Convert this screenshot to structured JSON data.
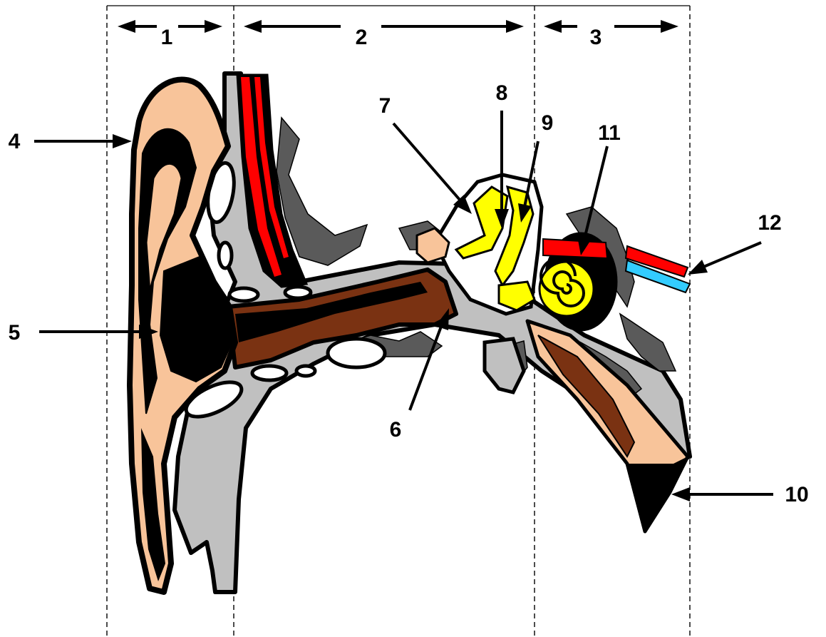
{
  "regions": [
    {
      "label": "1"
    },
    {
      "label": "2"
    },
    {
      "label": "3"
    }
  ],
  "callouts": [
    {
      "label": "4"
    },
    {
      "label": "5"
    },
    {
      "label": "6"
    },
    {
      "label": "7"
    },
    {
      "label": "8"
    },
    {
      "label": "9"
    },
    {
      "label": "10"
    },
    {
      "label": "11"
    },
    {
      "label": "12"
    }
  ],
  "colors": {
    "skin": "#f8c49a",
    "bone": "#c0c0c0",
    "bone_dark": "#5a5a5a",
    "canal": "#7a3212",
    "ossicles": "#ffff00",
    "muscle": "#ff0000",
    "nerve_blue": "#33ccff",
    "outline": "#000000"
  }
}
